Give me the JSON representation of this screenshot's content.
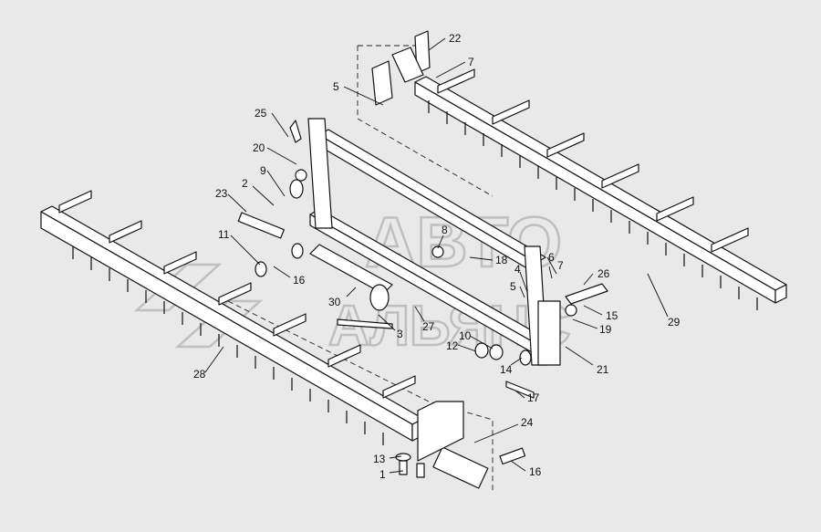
{
  "watermark": {
    "line1": "АВТО",
    "line2": "АЛЬЯНС"
  },
  "labels": {
    "l22": "22",
    "l7a": "7",
    "l5a": "5",
    "l25": "25",
    "l20": "20",
    "l9": "9",
    "l2": "2",
    "l23": "23",
    "l11": "11",
    "l16a": "16",
    "l8": "8",
    "l18": "18",
    "l4": "4",
    "l6": "6",
    "l7b": "7",
    "l26": "26",
    "l5b": "5",
    "l15": "15",
    "l19": "19",
    "l30": "30",
    "l27": "27",
    "l3": "3",
    "l12": "12",
    "l10": "10",
    "l14": "14",
    "l21": "21",
    "l29": "29",
    "l28": "28",
    "l17": "17",
    "l24": "24",
    "l13": "13",
    "l1": "1",
    "l16b": "16"
  }
}
